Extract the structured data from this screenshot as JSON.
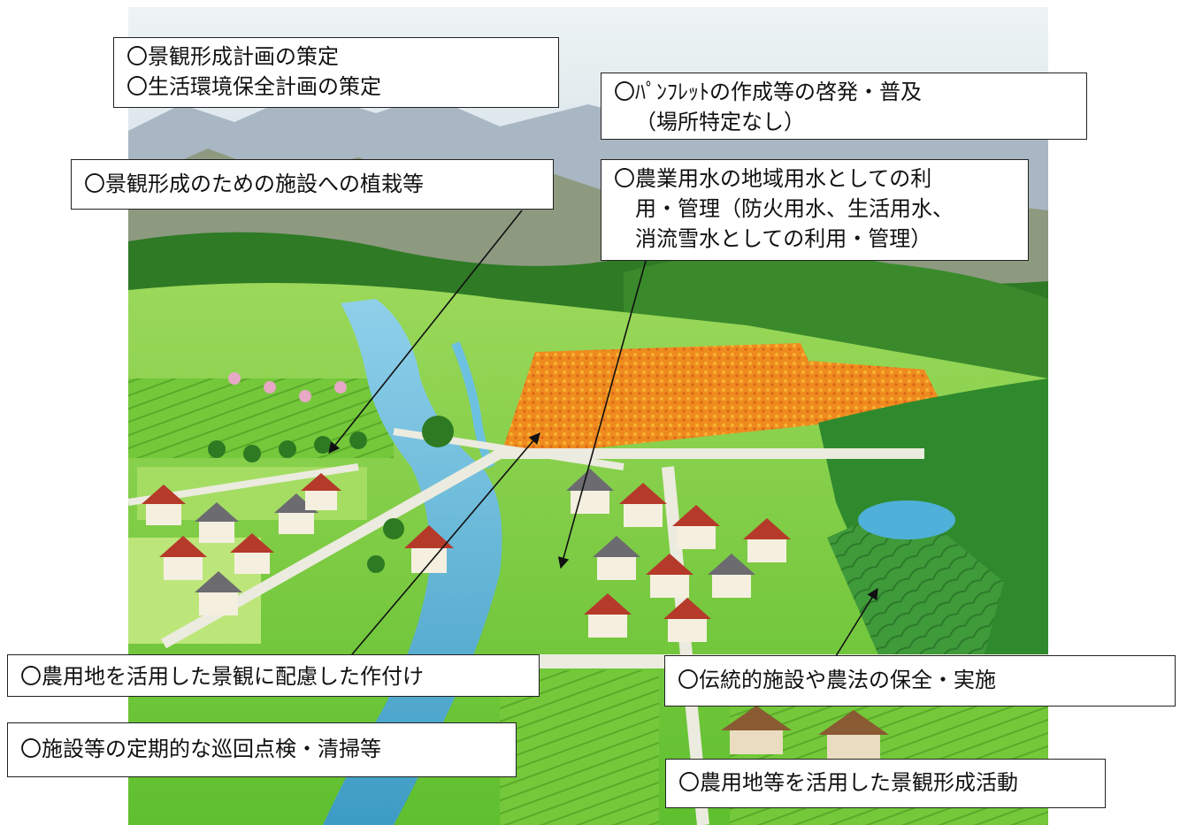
{
  "labels": {
    "plan": [
      "〇景観形成計画の策定",
      "〇生活環境保全計画の策定"
    ],
    "pamphlet": [
      "〇ﾊﾟﾝﾌﾚｯﾄの作成等の啓発・普及",
      "（場所特定なし）"
    ],
    "planting": [
      "〇景観形成のための施設への植栽等"
    ],
    "water": [
      "〇農業用水の地域用水としての利",
      "用・管理（防火用水、生活用水、",
      "消流雪水としての利用・管理）"
    ],
    "cropping": [
      "〇農用地を活用した景観に配慮した作付け"
    ],
    "tradition": [
      "〇伝統的施設や農法の保全・実施"
    ],
    "patrol": [
      "〇施設等の定期的な巡回点検・清掃等"
    ],
    "landscape_activity": [
      "〇農用地等を活用した景観形成活動"
    ]
  },
  "colors": {
    "sky": "#dfeaf0",
    "mountain": "#9aa8b8",
    "forest": "#3f8f2a",
    "field": "#7ccd3a",
    "flower_field": "#f08a1a",
    "water": "#5fb4d6",
    "road": "#e8e6d8",
    "roof_red": "#b53a2a",
    "roof_gray": "#6b6b70"
  }
}
